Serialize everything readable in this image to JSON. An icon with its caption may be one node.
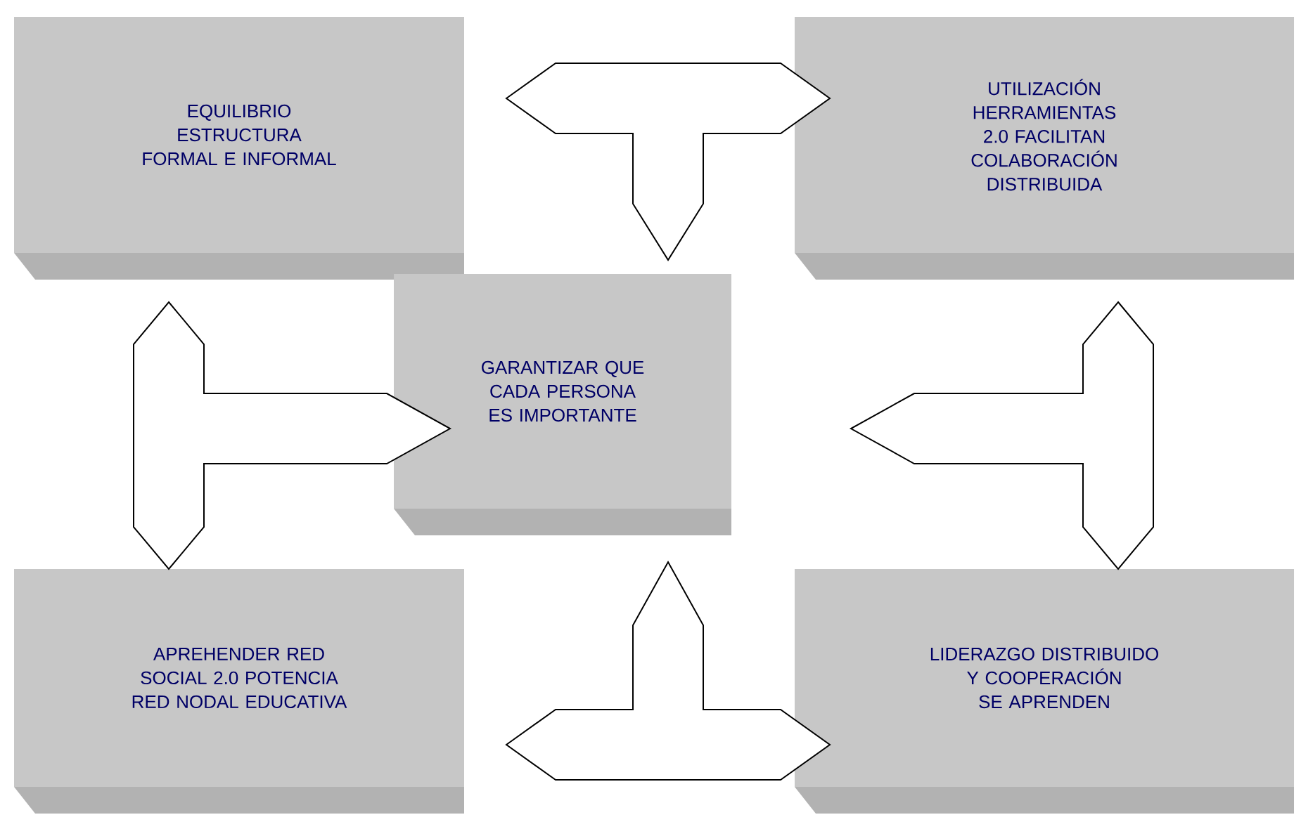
{
  "diagram": {
    "nodes": [
      {
        "text": [
          "EQUILIBRIO ESTRUCTURA FORMAL E INFORMAL"
        ]
      },
      {
        "text": [
          "UTILIZACIÓN HERRAMIENTAS 2.0 FACILITAN COLABORACIÓN DISTRIBUIDA"
        ]
      },
      {
        "text": [
          "GARANTIZAR QUE CADA PERSONA ES IMPORTANTE"
        ]
      },
      {
        "text": [
          "APREHENDER RED SOCIAL 2.0 POTENCIA RED NODAL EDUCATIVA"
        ]
      },
      {
        "text": [
          "LIDERAZGO DISTRIBUIDO Y COOPERACIÓN SE APRENDEN"
        ]
      }
    ],
    "edges": [
      {
        "from": 0,
        "to": 2,
        "arrow": "to"
      },
      {
        "from": 1,
        "to": 2,
        "arrow": "to"
      },
      {
        "from": 0,
        "to": 2,
        "arrow": "to"
      },
      {
        "from": 3,
        "to": 2,
        "arrow": "to"
      },
      {
        "from": 1,
        "to": 2,
        "arrow": "to"
      },
      {
        "from": 4,
        "to": 2,
        "arrow": "to"
      },
      {
        "from": 3,
        "to": 2,
        "arrow": "to"
      },
      {
        "from": 4,
        "to": 2,
        "arrow": "to"
      }
    ]
  }
}
